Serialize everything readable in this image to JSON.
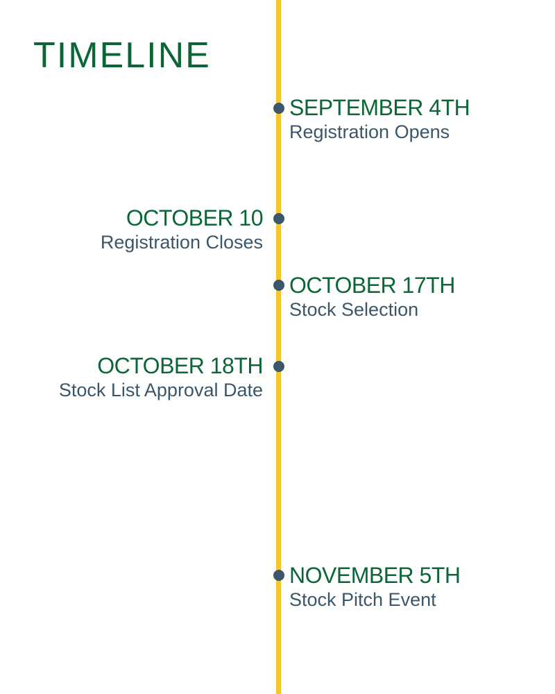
{
  "title": "TIMELINE",
  "colors": {
    "accent_green": "#0b6637",
    "axis_yellow": "#f5c52e",
    "dot_slate": "#3b566a",
    "text_slate": "#3b566a"
  },
  "events": [
    {
      "date": "SEPTEMBER 4TH",
      "description": "Registration Opens"
    },
    {
      "date": "OCTOBER 10",
      "description": "Registration Closes"
    },
    {
      "date": "OCTOBER 17TH",
      "description": "Stock Selection"
    },
    {
      "date": "OCTOBER 18TH",
      "description": "Stock List Approval Date"
    },
    {
      "date": "NOVEMBER 5TH",
      "description": "Stock Pitch Event"
    }
  ]
}
